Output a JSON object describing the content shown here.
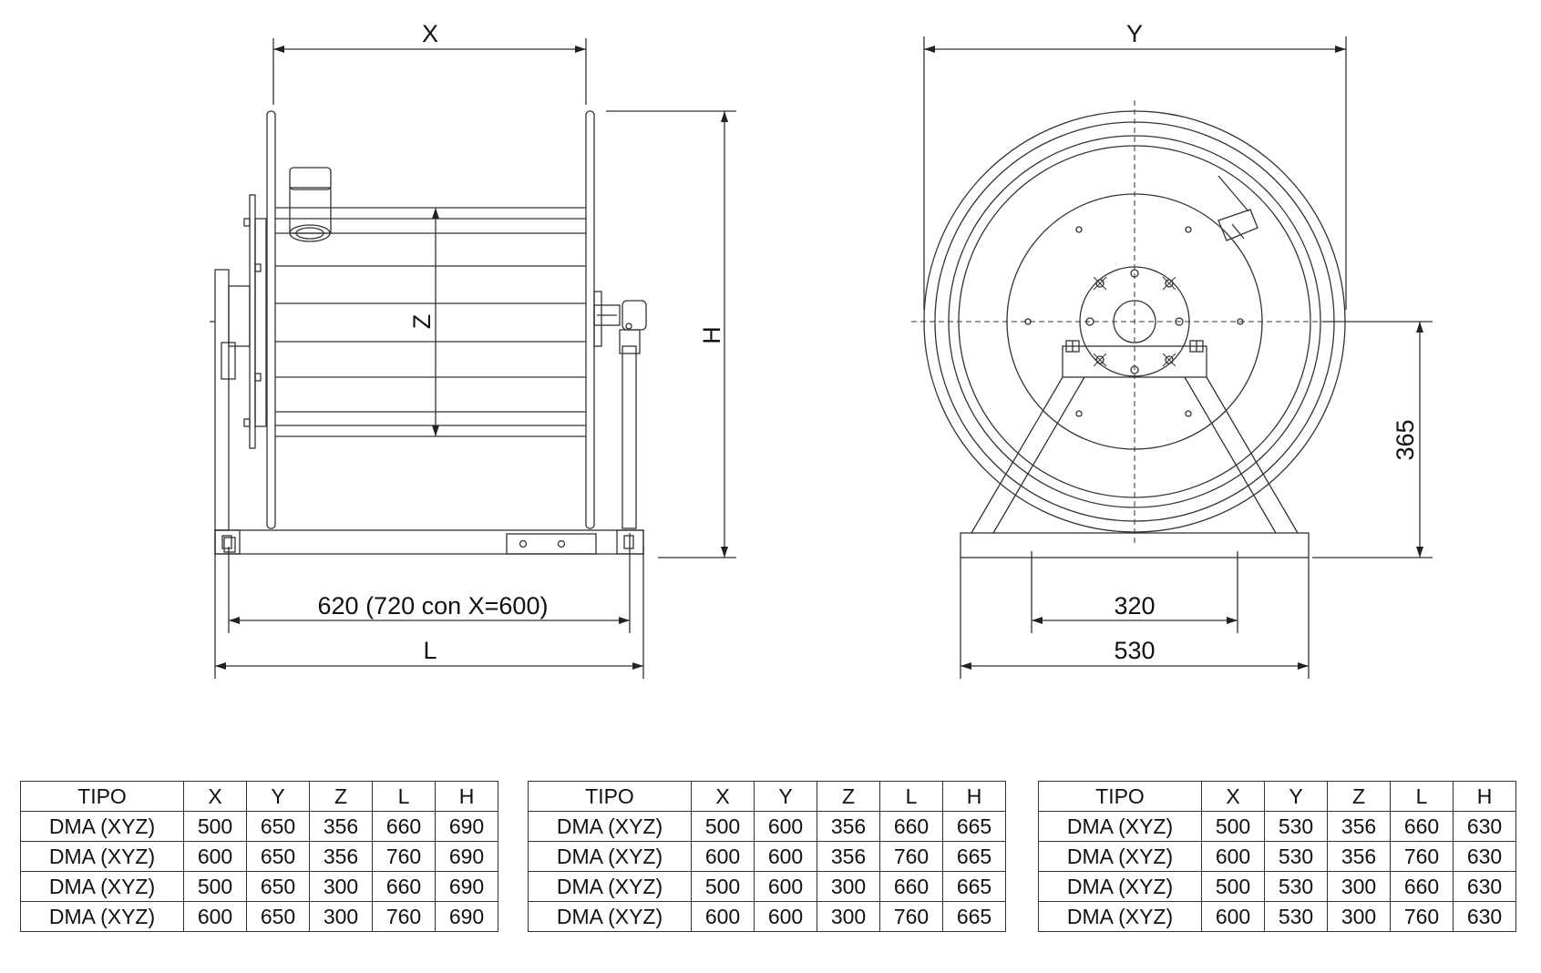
{
  "side_view": {
    "dim_x": "X",
    "dim_h": "H",
    "dim_z": "Z",
    "dim_base": "620  (720 con X=600)",
    "dim_l": "L"
  },
  "front_view": {
    "dim_y": "Y",
    "dim_height": "365",
    "dim_inner_base": "320",
    "dim_outer_base": "530"
  },
  "tables": [
    {
      "headers": [
        "TIPO",
        "X",
        "Y",
        "Z",
        "L",
        "H"
      ],
      "rows": [
        [
          "DMA  (XYZ)",
          "500",
          "650",
          "356",
          "660",
          "690"
        ],
        [
          "DMA  (XYZ)",
          "600",
          "650",
          "356",
          "760",
          "690"
        ],
        [
          "DMA  (XYZ)",
          "500",
          "650",
          "300",
          "660",
          "690"
        ],
        [
          "DMA  (XYZ)",
          "600",
          "650",
          "300",
          "760",
          "690"
        ]
      ]
    },
    {
      "headers": [
        "TIPO",
        "X",
        "Y",
        "Z",
        "L",
        "H"
      ],
      "rows": [
        [
          "DMA  (XYZ)",
          "500",
          "600",
          "356",
          "660",
          "665"
        ],
        [
          "DMA  (XYZ)",
          "600",
          "600",
          "356",
          "760",
          "665"
        ],
        [
          "DMA  (XYZ)",
          "500",
          "600",
          "300",
          "660",
          "665"
        ],
        [
          "DMA  (XYZ)",
          "600",
          "600",
          "300",
          "760",
          "665"
        ]
      ]
    },
    {
      "headers": [
        "TIPO",
        "X",
        "Y",
        "Z",
        "L",
        "H"
      ],
      "rows": [
        [
          "DMA  (XYZ)",
          "500",
          "530",
          "356",
          "660",
          "630"
        ],
        [
          "DMA  (XYZ)",
          "600",
          "530",
          "356",
          "760",
          "630"
        ],
        [
          "DMA  (XYZ)",
          "500",
          "530",
          "300",
          "660",
          "630"
        ],
        [
          "DMA  (XYZ)",
          "600",
          "530",
          "300",
          "760",
          "630"
        ]
      ]
    }
  ]
}
